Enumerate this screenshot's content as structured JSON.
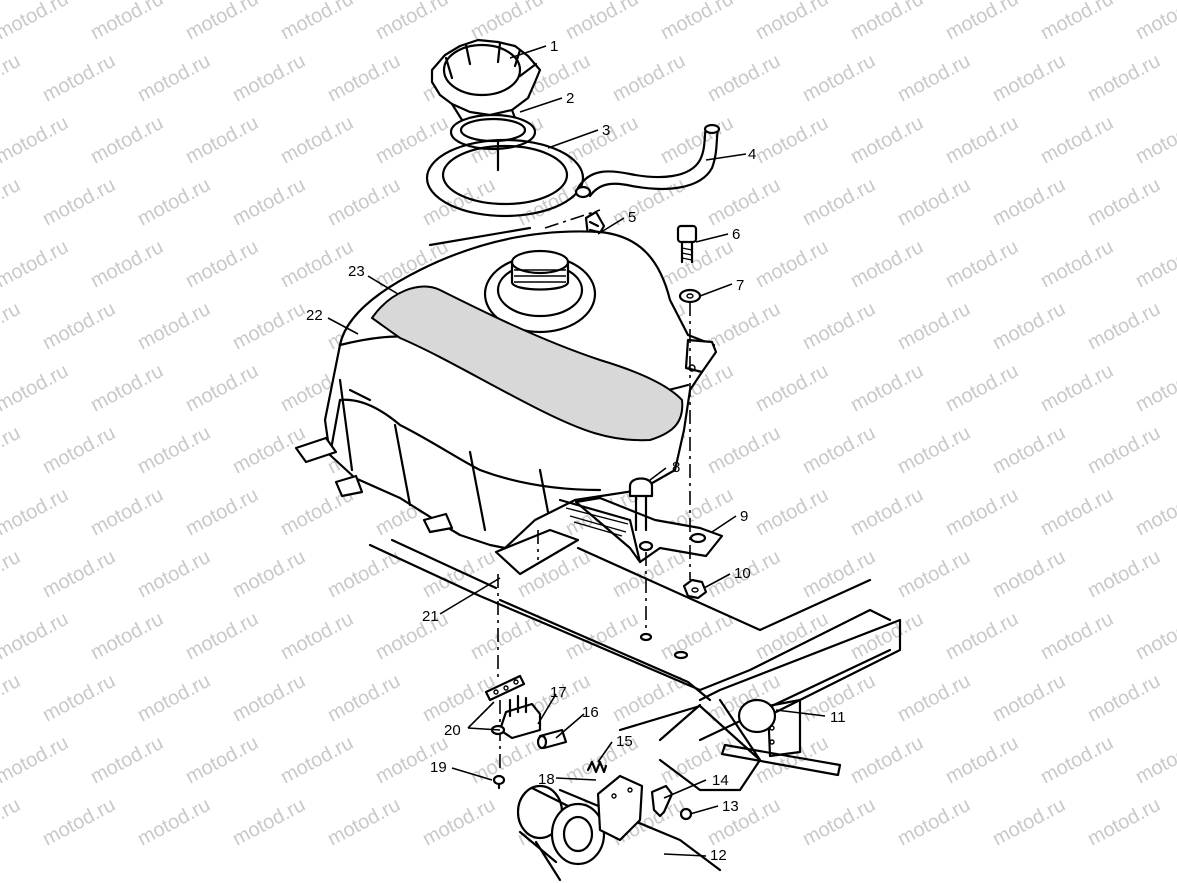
{
  "watermark": {
    "text": "motod.ru",
    "color": "#c9c9c9"
  },
  "callouts": {
    "c1": "1",
    "c2": "2",
    "c3": "3",
    "c4": "4",
    "c5": "5",
    "c6": "6",
    "c7": "7",
    "c8": "8",
    "c9": "9",
    "c10": "10",
    "c11": "11",
    "c12": "12",
    "c13": "13",
    "c14": "14",
    "c15": "15",
    "c16": "16",
    "c17": "17",
    "c18": "18",
    "c19": "19",
    "c20": "20",
    "c21": "21",
    "c22": "22",
    "c23": "23"
  }
}
